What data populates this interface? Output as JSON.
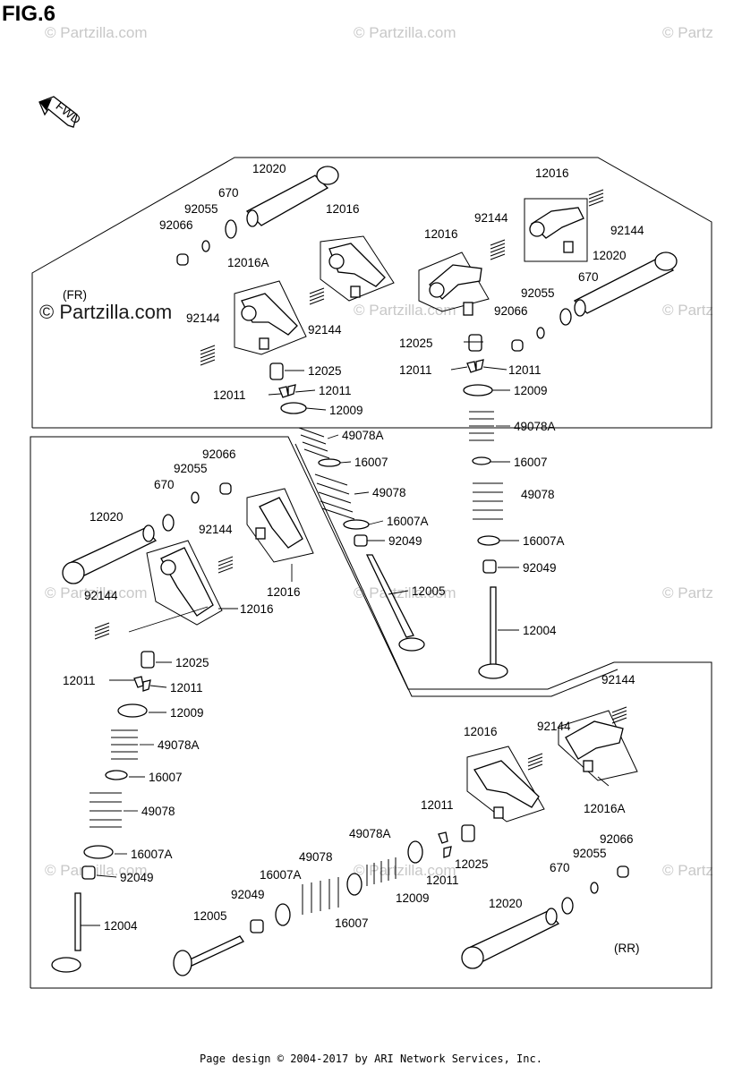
{
  "figure_title": "FIG.6",
  "footer": "Page design © 2004-2017 by ARI Network Services, Inc.",
  "watermark": "© Partzilla.com",
  "watermark_short": "© Partz",
  "fwd_label": "FWD",
  "front_label": "(FR)",
  "rear_label": "(RR)",
  "labels": {
    "fr_12020": "12020",
    "fr_670": "670",
    "fr_92055": "92055",
    "fr_92066": "92066",
    "fr_12016a": "12016A",
    "fr_12016": "12016",
    "fr_92144_l": "92144",
    "fr_92144_m": "92144",
    "fr_12025": "12025",
    "fr_12011_l": "12011",
    "fr_12011_r": "12011",
    "fr_12009": "12009",
    "fr_49078a": "49078A",
    "fr_16007": "16007",
    "fr_49078": "49078",
    "fr_16007a": "16007A",
    "fr_92049": "92049",
    "fr_12005": "12005",
    "fr2_12016_top": "12016",
    "fr2_92144_a": "92144",
    "fr2_92144_b": "92144",
    "fr2_12016": "12016",
    "fr2_12020": "12020",
    "fr2_670": "670",
    "fr2_92055": "92055",
    "fr2_92066": "92066",
    "fr2_12025": "12025",
    "fr2_12011_l": "12011",
    "fr2_12011_r": "12011",
    "fr2_12009": "12009",
    "fr2_49078a": "49078A",
    "fr2_16007": "16007",
    "fr2_49078": "49078",
    "fr2_16007a": "16007A",
    "fr2_92049": "92049",
    "fr2_12004": "12004",
    "rl_92066": "92066",
    "rl_92055": "92055",
    "rl_670": "670",
    "rl_12020": "12020",
    "rl_92144_a": "92144",
    "rl_92144_b": "92144",
    "rl_12016_a": "12016",
    "rl_12016_b": "12016",
    "rl_12025": "12025",
    "rl_12011_l": "12011",
    "rl_12011_r": "12011",
    "rl_12009": "12009",
    "rl_49078a": "49078A",
    "rl_16007": "16007",
    "rl_49078": "49078",
    "rl_16007a": "16007A",
    "rl_92049": "92049",
    "rl_12004": "12004",
    "rr_92144_a": "92144",
    "rr_92144_b": "92144",
    "rr_12016": "12016",
    "rr_12016a": "12016A",
    "rr_12011_a": "12011",
    "rr_12025": "12025",
    "rr_12011_b": "12011",
    "rr_49078a": "49078A",
    "rr_12009": "12009",
    "rr_49078": "49078",
    "rr_16007a": "16007A",
    "rr_92049": "92049",
    "rr_12005": "12005",
    "rr_16007": "16007",
    "rr_92066": "92066",
    "rr_92055": "92055",
    "rr_670": "670",
    "rr_12020": "12020"
  }
}
